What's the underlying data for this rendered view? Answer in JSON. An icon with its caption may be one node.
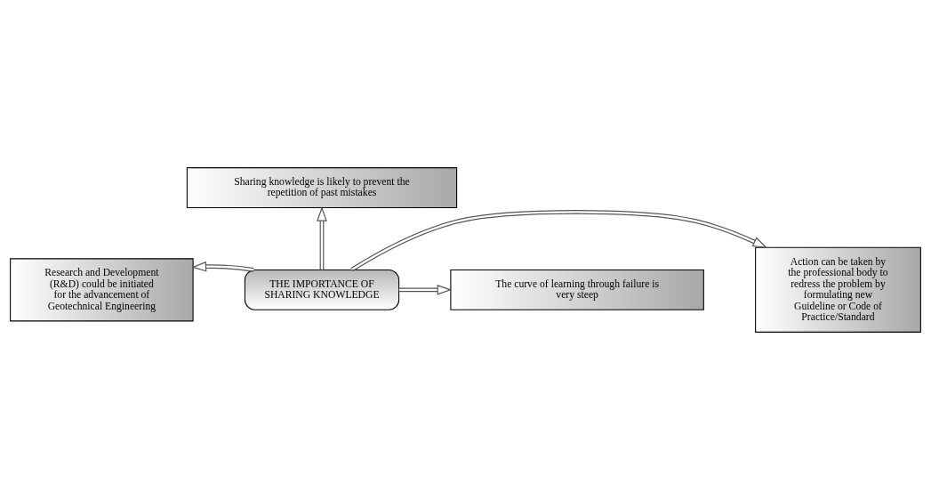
{
  "diagram": {
    "nodes": [
      {
        "text": [
          "Sharing knowledge is likely to prevent the repetition of past mistakes"
        ]
      },
      {
        "text": [
          "Research and Development (R&D) could be initiated for the advancement of Geotechnical Engineering"
        ]
      },
      {
        "text": [
          "THE IMPORTANCE OF SHARING KNOWLEDGE"
        ]
      },
      {
        "text": [
          "Action can be taken by the professional body to redress the problem by formulating new Guideline or Code of Practice/Standard"
        ]
      },
      {
        "text": [
          "The curve of learning through failure is very steep"
        ]
      }
    ],
    "edges": [
      {
        "from": 2,
        "to": 0,
        "arrow": "to"
      },
      {
        "from": 2,
        "to": 1,
        "arrow": "to"
      },
      {
        "from": 2,
        "to": 3,
        "arrow": "to"
      },
      {
        "from": 2,
        "to": 4,
        "arrow": "to"
      }
    ]
  }
}
